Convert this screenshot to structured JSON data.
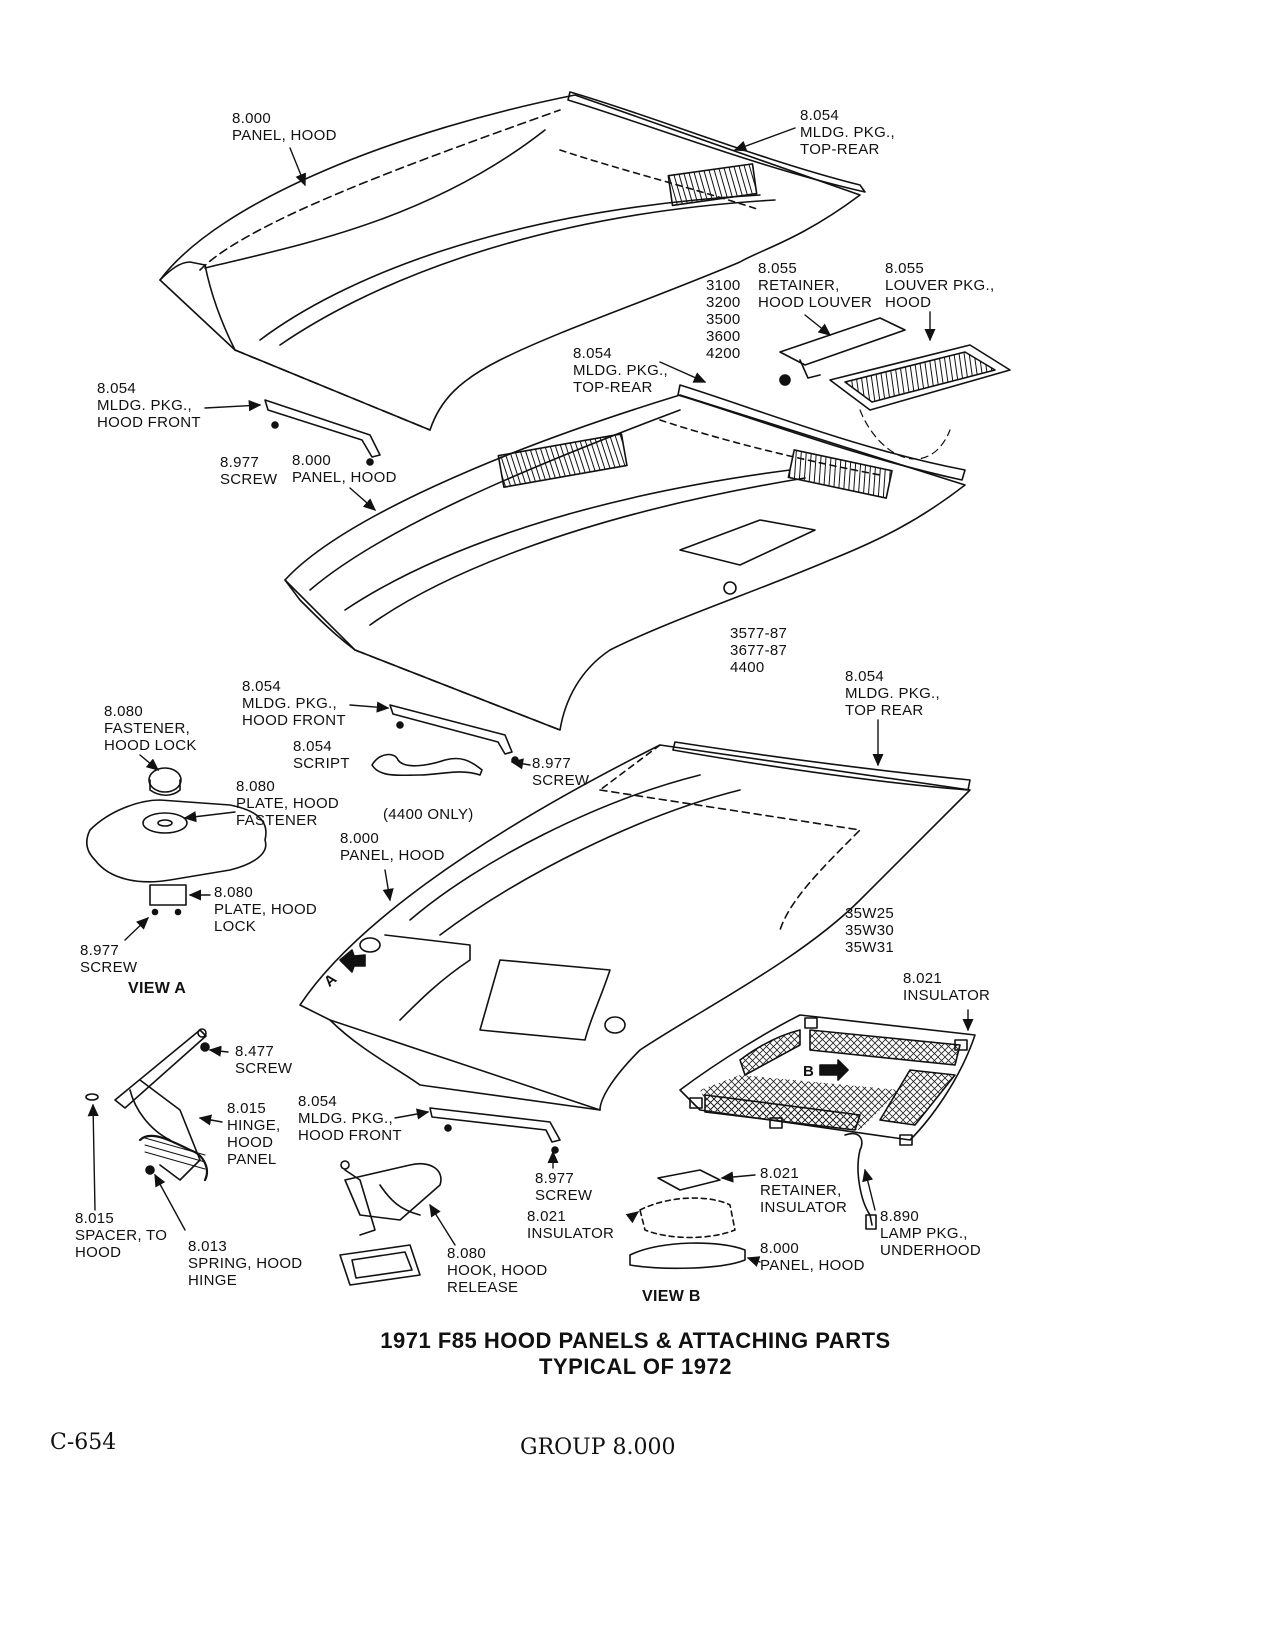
{
  "title": {
    "line1": "1971 F85 HOOD PANELS & ATTACHING PARTS",
    "line2": "TYPICAL OF 1972"
  },
  "footer": {
    "page": "C-654",
    "group": "GROUP 8.000"
  },
  "labels": {
    "panel_hood_top": {
      "part": "8.000",
      "desc": [
        "PANEL, HOOD"
      ]
    },
    "mldg_top_rear_1": {
      "part": "8.054",
      "desc": [
        "MLDG. PKG.,",
        "TOP-REAR"
      ]
    },
    "models_louver": {
      "lines": [
        "3100",
        "3200",
        "3500",
        "3600",
        "4200"
      ]
    },
    "retainer_louver": {
      "part": "8.055",
      "desc": [
        "RETAINER,",
        "HOOD LOUVER"
      ]
    },
    "louver_pkg": {
      "part": "8.055",
      "desc": [
        "LOUVER PKG.,",
        "HOOD"
      ]
    },
    "mldg_top_rear_2": {
      "part": "8.054",
      "desc": [
        "MLDG. PKG.,",
        "TOP-REAR"
      ]
    },
    "mldg_front_1": {
      "part": "8.054",
      "desc": [
        "MLDG. PKG.,",
        "HOOD FRONT"
      ]
    },
    "screw_1": {
      "part": "8.977",
      "desc": [
        "SCREW"
      ]
    },
    "panel_hood_mid": {
      "part": "8.000",
      "desc": [
        "PANEL, HOOD"
      ]
    },
    "models_mid": {
      "lines": [
        "3577-87",
        "3677-87",
        "4400"
      ]
    },
    "mldg_top_rear_3": {
      "part": "8.054",
      "desc": [
        "MLDG. PKG.,",
        "TOP REAR"
      ]
    },
    "fastener_lock": {
      "part": "8.080",
      "desc": [
        "FASTENER,",
        "HOOD LOCK"
      ]
    },
    "mldg_front_2": {
      "part": "8.054",
      "desc": [
        "MLDG. PKG.,",
        "HOOD FRONT"
      ]
    },
    "script": {
      "part": "8.054",
      "desc": [
        "SCRIPT"
      ]
    },
    "screw_2": {
      "part": "8.977",
      "desc": [
        "SCREW"
      ]
    },
    "plate_fastener": {
      "part": "8.080",
      "desc": [
        "PLATE, HOOD",
        "FASTENER"
      ]
    },
    "only_4400": {
      "lines": [
        "(4400 ONLY)"
      ]
    },
    "panel_hood_low": {
      "part": "8.000",
      "desc": [
        "PANEL, HOOD"
      ]
    },
    "plate_lock": {
      "part": "8.080",
      "desc": [
        "PLATE, HOOD",
        "LOCK"
      ]
    },
    "screw_3": {
      "part": "8.977",
      "desc": [
        "SCREW"
      ]
    },
    "models_low": {
      "lines": [
        "35W25",
        "35W30",
        "35W31"
      ]
    },
    "insulator_top": {
      "part": "8.021",
      "desc": [
        "INSULATOR"
      ]
    },
    "screw_4": {
      "part": "8.477",
      "desc": [
        "SCREW"
      ]
    },
    "hinge": {
      "part": "8.015",
      "desc": [
        "HINGE,",
        "HOOD",
        "PANEL"
      ]
    },
    "mldg_front_3": {
      "part": "8.054",
      "desc": [
        "MLDG. PKG.,",
        "HOOD FRONT"
      ]
    },
    "screw_5": {
      "part": "8.977",
      "desc": [
        "SCREW"
      ]
    },
    "retainer_ins": {
      "part": "8.021",
      "desc": [
        "RETAINER,",
        "INSULATOR"
      ]
    },
    "insulator_b": {
      "part": "8.021",
      "desc": [
        "INSULATOR"
      ]
    },
    "lamp_pkg": {
      "part": "8.890",
      "desc": [
        "LAMP PKG.,",
        "UNDERHOOD"
      ]
    },
    "spacer": {
      "part": "8.015",
      "desc": [
        "SPACER, TO",
        "HOOD"
      ]
    },
    "spring": {
      "part": "8.013",
      "desc": [
        "SPRING, HOOD",
        "HINGE"
      ]
    },
    "hook_release": {
      "part": "8.080",
      "desc": [
        "HOOK, HOOD",
        "RELEASE"
      ]
    },
    "panel_hood_b": {
      "part": "8.000",
      "desc": [
        "PANEL, HOOD"
      ]
    }
  },
  "views": {
    "a": "VIEW A",
    "b": "VIEW B",
    "marker_a": "A",
    "marker_b": "B"
  }
}
